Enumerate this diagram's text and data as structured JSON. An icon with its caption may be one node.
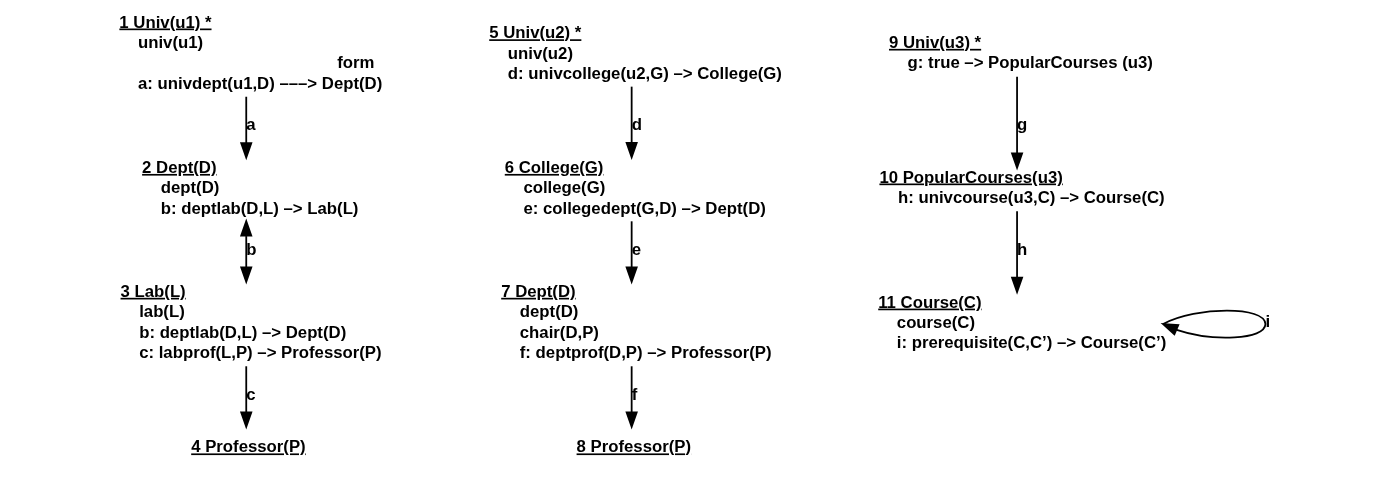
{
  "diagram": {
    "nodes": [
      {
        "text": [
          "1 Univ(u1) *",
          "univ(u1)",
          "a: univdept(u1,D) –––> Dept(D)"
        ],
        "beside": [
          "form"
        ]
      },
      {
        "text": [
          "2 Dept(D)",
          "dept(D)",
          "b: deptlab(D,L) –> Lab(L)"
        ]
      },
      {
        "text": [
          "3 Lab(L)",
          "lab(L)",
          "b: deptlab(D,L) –> Dept(D)",
          "c: labprof(L,P) –> Professor(P)"
        ]
      },
      {
        "text": [
          "4 Professor(P)"
        ]
      },
      {
        "text": [
          "5 Univ(u2) *",
          "univ(u2)",
          "d: univcollege(u2,G) –> College(G)"
        ]
      },
      {
        "text": [
          "6 College(G)",
          "college(G)",
          "e: collegedept(G,D) –> Dept(D)"
        ]
      },
      {
        "text": [
          "7 Dept(D)",
          "dept(D)",
          "chair(D,P)",
          "f: deptprof(D,P) –> Professor(P)"
        ]
      },
      {
        "text": [
          "8 Professor(P)"
        ]
      },
      {
        "text": [
          "9 Univ(u3) *",
          "g: true –> PopularCourses (u3)"
        ]
      },
      {
        "text": [
          "10 PopularCourses(u3)",
          "h: univcourse(u3,C) –> Course(C)"
        ]
      },
      {
        "text": [
          "11 Course(C)",
          "course(C)",
          "i: prerequisite(C,C’) –> Course(C’)"
        ]
      }
    ],
    "edges": [
      {
        "from": 0,
        "to": 1,
        "arrow": "to",
        "label": "a"
      },
      {
        "from": 1,
        "to": 2,
        "arrow": "both",
        "label": "b"
      },
      {
        "from": 2,
        "to": 3,
        "arrow": "to",
        "label": "c"
      },
      {
        "from": 4,
        "to": 5,
        "arrow": "to",
        "label": "d"
      },
      {
        "from": 5,
        "to": 6,
        "arrow": "to",
        "label": "e"
      },
      {
        "from": 6,
        "to": 7,
        "arrow": "to",
        "label": "f"
      },
      {
        "from": 8,
        "to": 9,
        "arrow": "to",
        "label": "g"
      },
      {
        "from": 9,
        "to": 10,
        "arrow": "to",
        "label": "h"
      },
      {
        "from": 10,
        "to": 10,
        "arrow": "to",
        "label": "i"
      }
    ]
  }
}
